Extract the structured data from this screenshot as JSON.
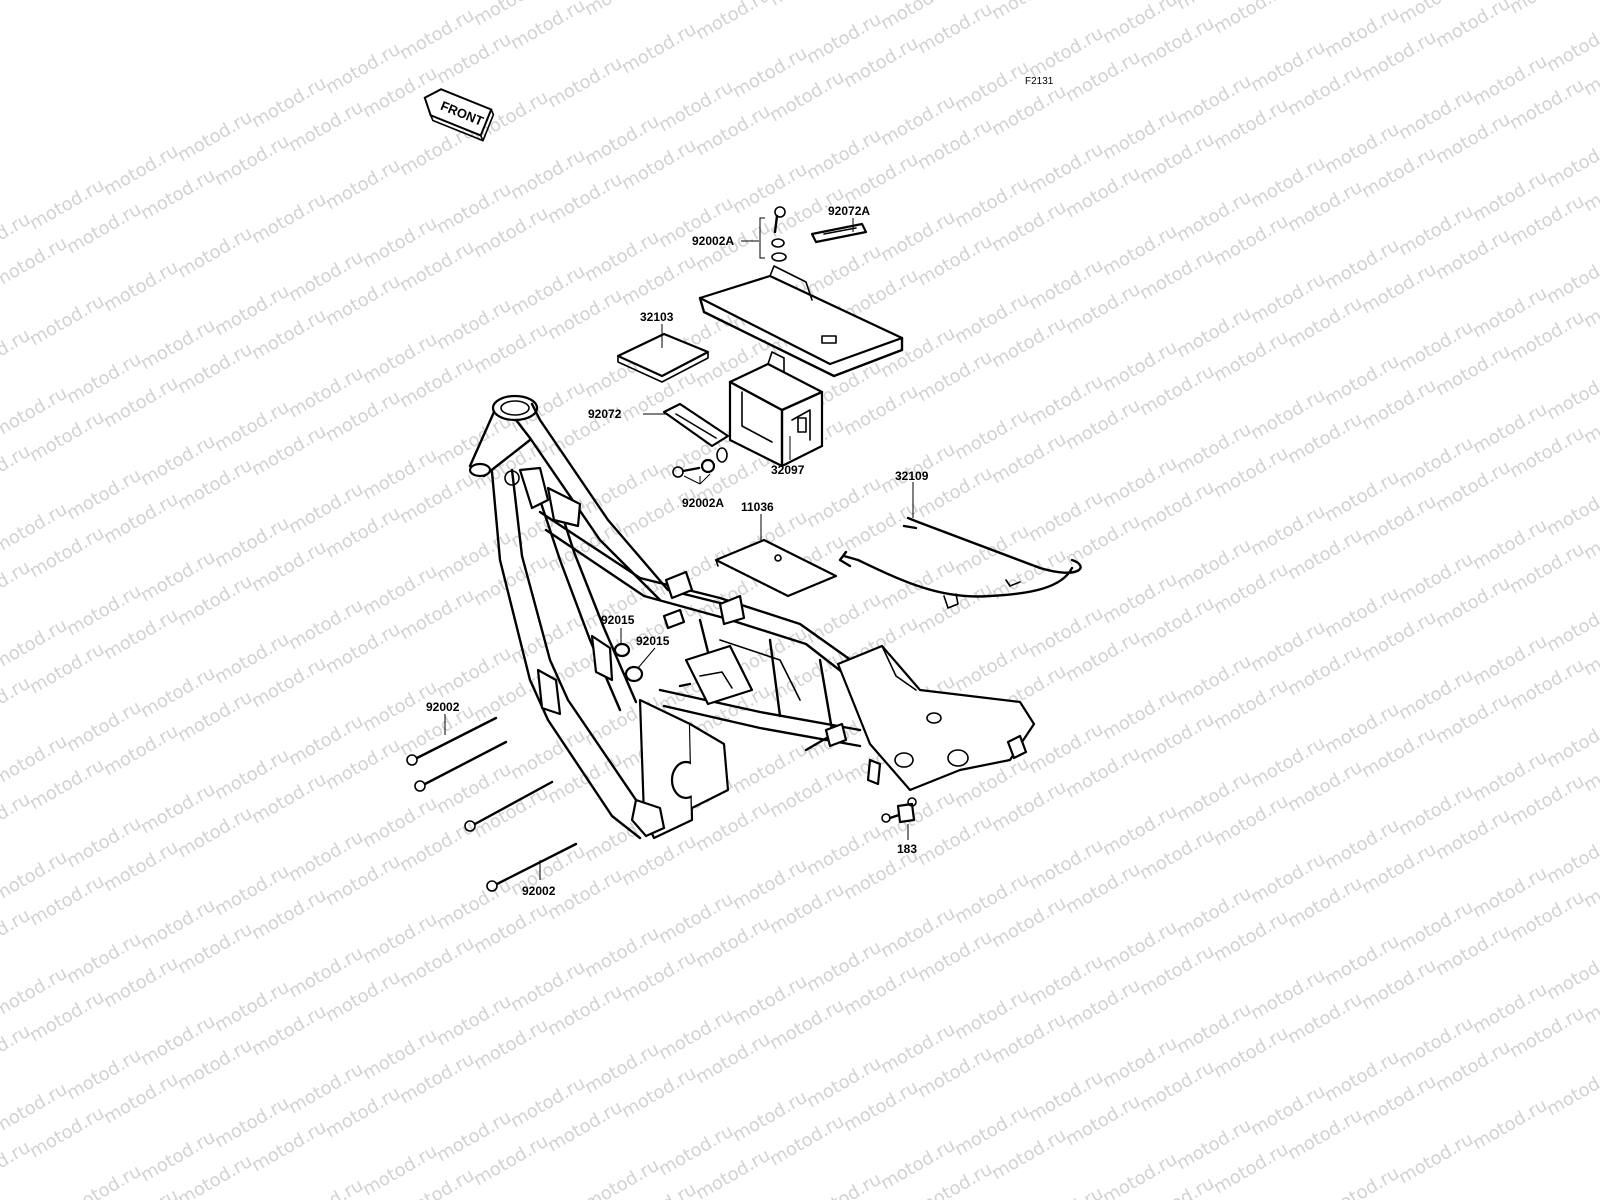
{
  "watermark": {
    "text": "motod.ru",
    "color": "#d2d2d2"
  },
  "figure_code": "F2131",
  "front_indicator": {
    "label": "FRONT"
  },
  "callouts": {
    "c_92072A": "92072A",
    "c_92002A_top": "92002A",
    "c_32103": "32103",
    "c_92072": "92072",
    "c_32097": "32097",
    "c_92002A_mid": "92002A",
    "c_32109": "32109",
    "c_11036": "11036",
    "c_92015_a": "92015",
    "c_92015_b": "92015",
    "c_92002_top": "92002",
    "c_92002_bottom": "92002",
    "c_183": "183"
  }
}
